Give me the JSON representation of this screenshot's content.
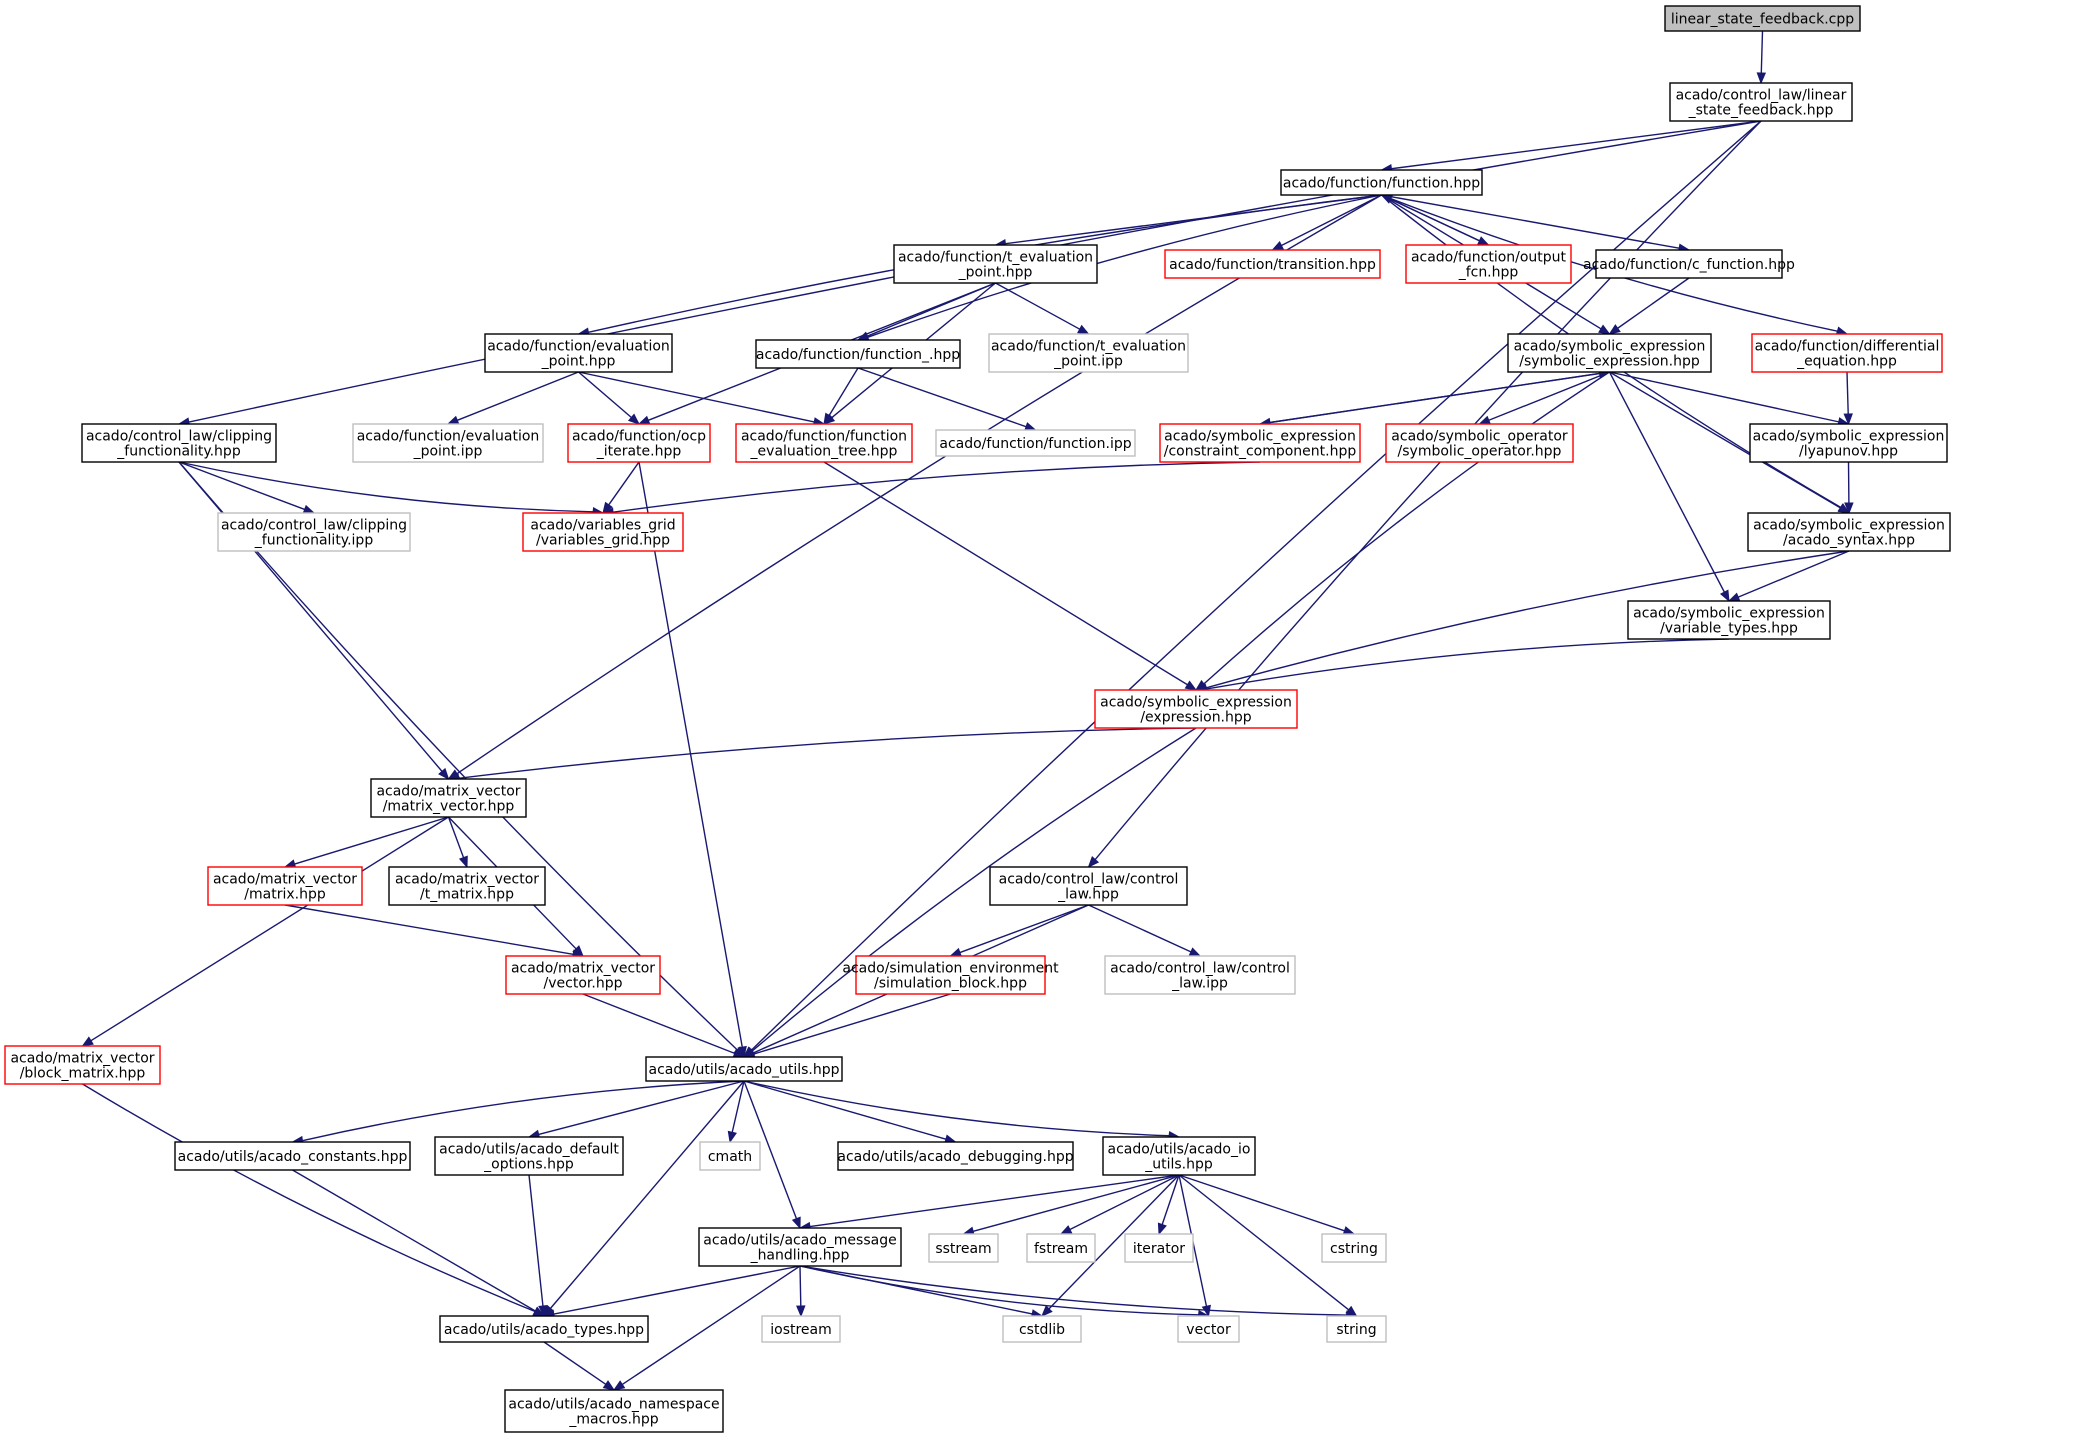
{
  "graph": {
    "nodes": [
      {
        "id": "root",
        "lines": [
          "linear_state_feedback.cpp"
        ],
        "style": "root"
      },
      {
        "id": "lsf",
        "lines": [
          "acado/control_law/linear",
          "_state_feedback.hpp"
        ],
        "style": "black"
      },
      {
        "id": "func",
        "lines": [
          "acado/function/function.hpp"
        ],
        "style": "black"
      },
      {
        "id": "teval",
        "lines": [
          "acado/function/t_evaluation",
          "_point.hpp"
        ],
        "style": "black"
      },
      {
        "id": "trans",
        "lines": [
          "acado/function/transition.hpp"
        ],
        "style": "red"
      },
      {
        "id": "outfcn",
        "lines": [
          "acado/function/output",
          "_fcn.hpp"
        ],
        "style": "red"
      },
      {
        "id": "cfunc",
        "lines": [
          "acado/function/c_function.hpp"
        ],
        "style": "black"
      },
      {
        "id": "evalpt",
        "lines": [
          "acado/function/evaluation",
          "_point.hpp"
        ],
        "style": "black"
      },
      {
        "id": "func_",
        "lines": [
          "acado/function/function_.hpp"
        ],
        "style": "black"
      },
      {
        "id": "tevalipp",
        "lines": [
          "acado/function/t_evaluation",
          "_point.ipp"
        ],
        "style": "gray"
      },
      {
        "id": "symexpr",
        "lines": [
          "acado/symbolic_expression",
          "/symbolic_expression.hpp"
        ],
        "style": "black"
      },
      {
        "id": "diffeq",
        "lines": [
          "acado/function/differential",
          "_equation.hpp"
        ],
        "style": "red"
      },
      {
        "id": "clip",
        "lines": [
          "acado/control_law/clipping",
          "_functionality.hpp"
        ],
        "style": "black"
      },
      {
        "id": "evalptipp",
        "lines": [
          "acado/function/evaluation",
          "_point.ipp"
        ],
        "style": "gray"
      },
      {
        "id": "ocpit",
        "lines": [
          "acado/function/ocp",
          "_iterate.hpp"
        ],
        "style": "red"
      },
      {
        "id": "fevaltree",
        "lines": [
          "acado/function/function",
          "_evaluation_tree.hpp"
        ],
        "style": "red"
      },
      {
        "id": "funcipp",
        "lines": [
          "acado/function/function.ipp"
        ],
        "style": "gray"
      },
      {
        "id": "constr",
        "lines": [
          "acado/symbolic_expression",
          "/constraint_component.hpp"
        ],
        "style": "red"
      },
      {
        "id": "symop",
        "lines": [
          "acado/symbolic_operator",
          "/symbolic_operator.hpp"
        ],
        "style": "red"
      },
      {
        "id": "lyap",
        "lines": [
          "acado/symbolic_expression",
          "/lyapunov.hpp"
        ],
        "style": "black"
      },
      {
        "id": "clipipp",
        "lines": [
          "acado/control_law/clipping",
          "_functionality.ipp"
        ],
        "style": "gray"
      },
      {
        "id": "vgrid",
        "lines": [
          "acado/variables_grid",
          "/variables_grid.hpp"
        ],
        "style": "red"
      },
      {
        "id": "syntax",
        "lines": [
          "acado/symbolic_expression",
          "/acado_syntax.hpp"
        ],
        "style": "black"
      },
      {
        "id": "vartypes",
        "lines": [
          "acado/symbolic_expression",
          "/variable_types.hpp"
        ],
        "style": "black"
      },
      {
        "id": "expr",
        "lines": [
          "acado/symbolic_expression",
          "/expression.hpp"
        ],
        "style": "red"
      },
      {
        "id": "mv",
        "lines": [
          "acado/matrix_vector",
          "/matrix_vector.hpp"
        ],
        "style": "black"
      },
      {
        "id": "matrix",
        "lines": [
          "acado/matrix_vector",
          "/matrix.hpp"
        ],
        "style": "red"
      },
      {
        "id": "tmatrix",
        "lines": [
          "acado/matrix_vector",
          "/t_matrix.hpp"
        ],
        "style": "black"
      },
      {
        "id": "ctrllaw",
        "lines": [
          "acado/control_law/control",
          "_law.hpp"
        ],
        "style": "black"
      },
      {
        "id": "vector",
        "lines": [
          "acado/matrix_vector",
          "/vector.hpp"
        ],
        "style": "red"
      },
      {
        "id": "simblock",
        "lines": [
          "acado/simulation_environment",
          "/simulation_block.hpp"
        ],
        "style": "red"
      },
      {
        "id": "ctrllawipp",
        "lines": [
          "acado/control_law/control",
          "_law.ipp"
        ],
        "style": "gray"
      },
      {
        "id": "blockmat",
        "lines": [
          "acado/matrix_vector",
          "/block_matrix.hpp"
        ],
        "style": "red"
      },
      {
        "id": "utils",
        "lines": [
          "acado/utils/acado_utils.hpp"
        ],
        "style": "black"
      },
      {
        "id": "consts",
        "lines": [
          "acado/utils/acado_constants.hpp"
        ],
        "style": "black"
      },
      {
        "id": "defopts",
        "lines": [
          "acado/utils/acado_default",
          "_options.hpp"
        ],
        "style": "black"
      },
      {
        "id": "cmath",
        "lines": [
          "cmath"
        ],
        "style": "gray"
      },
      {
        "id": "debug",
        "lines": [
          "acado/utils/acado_debugging.hpp"
        ],
        "style": "black"
      },
      {
        "id": "io",
        "lines": [
          "acado/utils/acado_io",
          "_utils.hpp"
        ],
        "style": "black"
      },
      {
        "id": "msg",
        "lines": [
          "acado/utils/acado_message",
          "_handling.hpp"
        ],
        "style": "black"
      },
      {
        "id": "sstream",
        "lines": [
          "sstream"
        ],
        "style": "gray"
      },
      {
        "id": "fstream",
        "lines": [
          "fstream"
        ],
        "style": "gray"
      },
      {
        "id": "iterator",
        "lines": [
          "iterator"
        ],
        "style": "gray"
      },
      {
        "id": "cstring",
        "lines": [
          "cstring"
        ],
        "style": "gray"
      },
      {
        "id": "types",
        "lines": [
          "acado/utils/acado_types.hpp"
        ],
        "style": "black"
      },
      {
        "id": "iostream",
        "lines": [
          "iostream"
        ],
        "style": "gray"
      },
      {
        "id": "cstdlib",
        "lines": [
          "cstdlib"
        ],
        "style": "gray"
      },
      {
        "id": "vectorstd",
        "lines": [
          "vector"
        ],
        "style": "gray"
      },
      {
        "id": "string",
        "lines": [
          "string"
        ],
        "style": "gray"
      },
      {
        "id": "ns",
        "lines": [
          "acado/utils/acado_namespace",
          "_macros.hpp"
        ],
        "style": "black"
      }
    ],
    "edges": [
      [
        "root",
        "lsf"
      ],
      [
        "lsf",
        "func"
      ],
      [
        "lsf",
        "clip"
      ],
      [
        "lsf",
        "ctrllaw"
      ],
      [
        "lsf",
        "utils"
      ],
      [
        "func",
        "teval"
      ],
      [
        "func",
        "trans"
      ],
      [
        "func",
        "outfcn"
      ],
      [
        "func",
        "cfunc"
      ],
      [
        "func",
        "evalpt"
      ],
      [
        "func",
        "func_"
      ],
      [
        "func",
        "symexpr"
      ],
      [
        "func",
        "diffeq"
      ],
      [
        "func",
        "syntax"
      ],
      [
        "func",
        "mv"
      ],
      [
        "outfcn",
        "func"
      ],
      [
        "teval",
        "func_"
      ],
      [
        "teval",
        "tevalipp"
      ],
      [
        "teval",
        "ocpit"
      ],
      [
        "teval",
        "fevaltree"
      ],
      [
        "cfunc",
        "symexpr"
      ],
      [
        "evalpt",
        "evalptipp"
      ],
      [
        "evalpt",
        "ocpit"
      ],
      [
        "evalpt",
        "fevaltree"
      ],
      [
        "func_",
        "fevaltree"
      ],
      [
        "func_",
        "funcipp"
      ],
      [
        "symexpr",
        "constr"
      ],
      [
        "symexpr",
        "symop"
      ],
      [
        "symexpr",
        "lyap"
      ],
      [
        "symexpr",
        "syntax"
      ],
      [
        "symexpr",
        "vartypes"
      ],
      [
        "symexpr",
        "expr"
      ],
      [
        "constr",
        "symexpr"
      ],
      [
        "constr",
        "vgrid"
      ],
      [
        "diffeq",
        "lyap"
      ],
      [
        "lyap",
        "syntax"
      ],
      [
        "syntax",
        "vartypes"
      ],
      [
        "syntax",
        "expr"
      ],
      [
        "vartypes",
        "expr"
      ],
      [
        "fevaltree",
        "expr"
      ],
      [
        "ocpit",
        "vgrid"
      ],
      [
        "ocpit",
        "utils"
      ],
      [
        "clip",
        "clipipp"
      ],
      [
        "clip",
        "vgrid"
      ],
      [
        "clip",
        "mv"
      ],
      [
        "clip",
        "utils"
      ],
      [
        "expr",
        "mv"
      ],
      [
        "expr",
        "utils"
      ],
      [
        "mv",
        "matrix"
      ],
      [
        "mv",
        "tmatrix"
      ],
      [
        "mv",
        "vector"
      ],
      [
        "mv",
        "blockmat"
      ],
      [
        "matrix",
        "vector"
      ],
      [
        "vector",
        "utils"
      ],
      [
        "ctrllaw",
        "simblock"
      ],
      [
        "ctrllaw",
        "ctrllawipp"
      ],
      [
        "ctrllaw",
        "utils"
      ],
      [
        "simblock",
        "utils"
      ],
      [
        "blockmat",
        "types"
      ],
      [
        "utils",
        "consts"
      ],
      [
        "utils",
        "defopts"
      ],
      [
        "utils",
        "cmath"
      ],
      [
        "utils",
        "debug"
      ],
      [
        "utils",
        "io"
      ],
      [
        "utils",
        "msg"
      ],
      [
        "utils",
        "types"
      ],
      [
        "consts",
        "types"
      ],
      [
        "defopts",
        "types"
      ],
      [
        "io",
        "msg"
      ],
      [
        "io",
        "sstream"
      ],
      [
        "io",
        "fstream"
      ],
      [
        "io",
        "iterator"
      ],
      [
        "io",
        "cstring"
      ],
      [
        "io",
        "cstdlib"
      ],
      [
        "io",
        "vectorstd"
      ],
      [
        "io",
        "string"
      ],
      [
        "msg",
        "types"
      ],
      [
        "msg",
        "ns"
      ],
      [
        "msg",
        "iostream"
      ],
      [
        "msg",
        "cstdlib"
      ],
      [
        "msg",
        "vectorstd"
      ],
      [
        "msg",
        "string"
      ],
      [
        "types",
        "ns"
      ]
    ],
    "colors": {
      "edge": "#191970",
      "border_black": "#000000",
      "border_red": "#ff0000",
      "border_gray": "#bfbfbf",
      "root_fill": "#bfbfbf"
    }
  }
}
